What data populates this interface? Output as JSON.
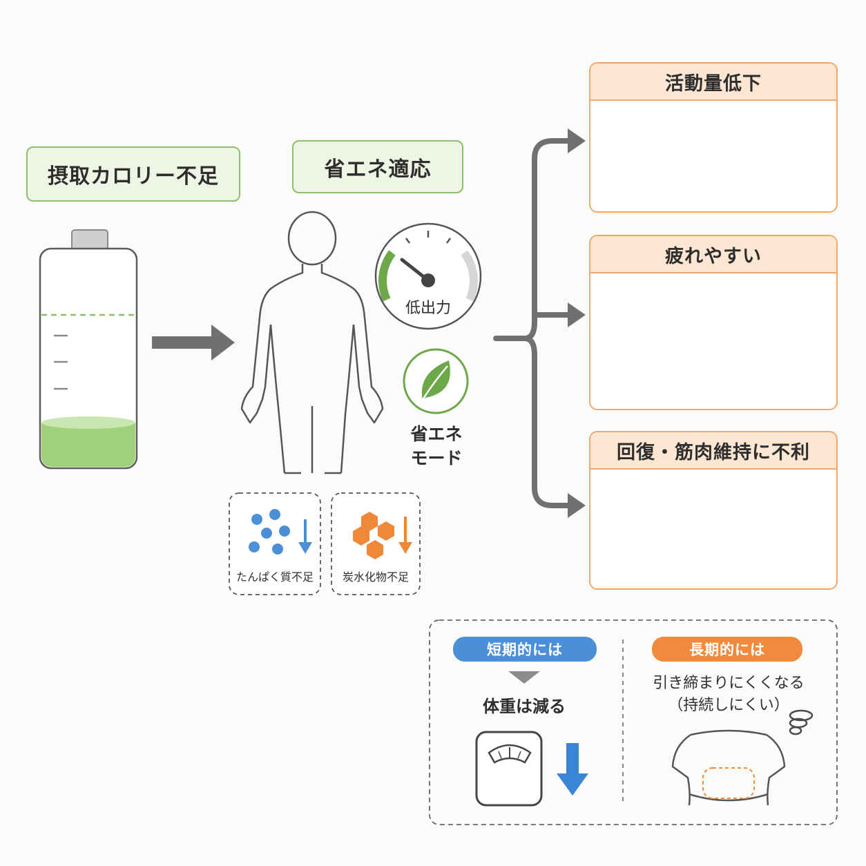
{
  "intake": {
    "label": "摂取カロリー不足"
  },
  "adaptation": {
    "label": "省エネ適応",
    "gauge_label": "低出力",
    "mode_label_line1": "省エネ",
    "mode_label_line2": "モード",
    "deficits": [
      {
        "label": "たんぱく質不足",
        "icon": "protein-dots-icon"
      },
      {
        "label": "炭水化物不足",
        "icon": "carb-hexagon-icon"
      }
    ]
  },
  "effects": [
    {
      "title": "活動量低下",
      "icons": [
        "walking-person-icon",
        "descending-stairs-icon"
      ]
    },
    {
      "title": "疲れやすい",
      "icons": [
        "tired-seated-person-icon"
      ]
    },
    {
      "title": "回復・筋肉維持に不利",
      "icons": [
        "dumbbell-icon",
        "muscle-icon",
        "faded-muscle-icon"
      ]
    }
  ],
  "outcome": {
    "short_term": {
      "badge": "短期的には",
      "text": "体重は減る"
    },
    "long_term": {
      "badge": "長期的には",
      "text_line1": "引き締まりにくくなる",
      "text_line2": "（持続しにくい）"
    }
  },
  "colors": {
    "green": "#8dbf6a",
    "orange": "#f08a3c",
    "blue": "#3a86d4",
    "gray": "#707070"
  }
}
